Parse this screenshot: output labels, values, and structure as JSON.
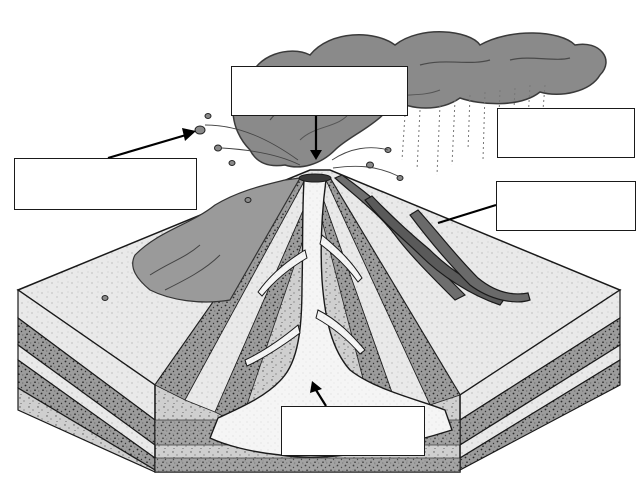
{
  "diagram": {
    "kind": "volcano-cross-section",
    "colors": {
      "ink": "#1a1a1a",
      "ash": "#8a8a8a",
      "ash_dark": "#5f5f5f",
      "rock_light": "#e6e6e6",
      "rock_mid": "#c9c9c9",
      "rock_dark": "#a9a9a9",
      "magma": "#f4f4f4",
      "lava": "#6e6e6e",
      "box_fill": "#ffffff"
    },
    "labels": [
      {
        "id": "ash-cloud-label",
        "text": ""
      },
      {
        "id": "volcanic-bombs-label",
        "text": ""
      },
      {
        "id": "ash-rain-label",
        "text": ""
      },
      {
        "id": "lava-flow-label",
        "text": ""
      },
      {
        "id": "magma-chamber-label",
        "text": ""
      }
    ]
  }
}
